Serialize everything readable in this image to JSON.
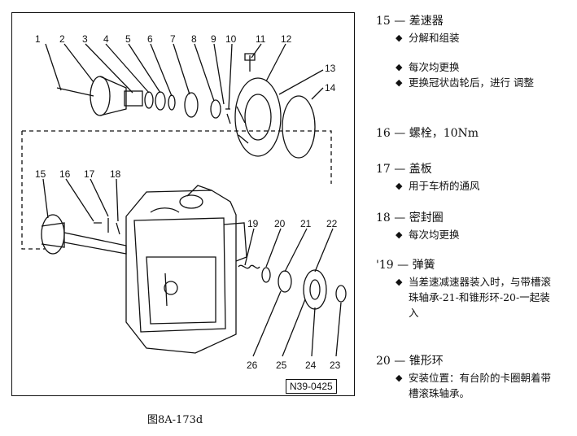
{
  "figure": {
    "drawing_code": "N39-0425",
    "caption": "图8A-173d",
    "callouts": [
      "1",
      "2",
      "3",
      "4",
      "5",
      "6",
      "7",
      "8",
      "9",
      "10",
      "11",
      "12",
      "13",
      "14",
      "15",
      "16",
      "17",
      "18",
      "19",
      "20",
      "21",
      "22",
      "23",
      "24",
      "25",
      "26"
    ]
  },
  "legend": [
    {
      "title": "15 — 差速器",
      "notes": [
        "分解和组装",
        "每次均更换",
        "更换冠状齿轮后，进行 调整"
      ]
    },
    {
      "title": "16 — 螺栓，10Nm",
      "notes": []
    },
    {
      "title": "17 — 盖板",
      "notes": [
        "用于车桥的通风"
      ]
    },
    {
      "title": "18 — 密封圈",
      "notes": [
        "每次均更换"
      ]
    },
    {
      "title": "'19 — 弹簧",
      "notes": [
        "当差速减速器装入时，与带槽滚珠轴承-21-和锥形环-20-一起装入"
      ]
    },
    {
      "title": "20 — 锥形环",
      "notes": [
        "安装位置：有台阶的卡圈朝着带槽滚珠轴承。"
      ]
    }
  ],
  "bullet_glyph": "◆",
  "colors": {
    "ink": "#111111",
    "paper": "#ffffff"
  }
}
